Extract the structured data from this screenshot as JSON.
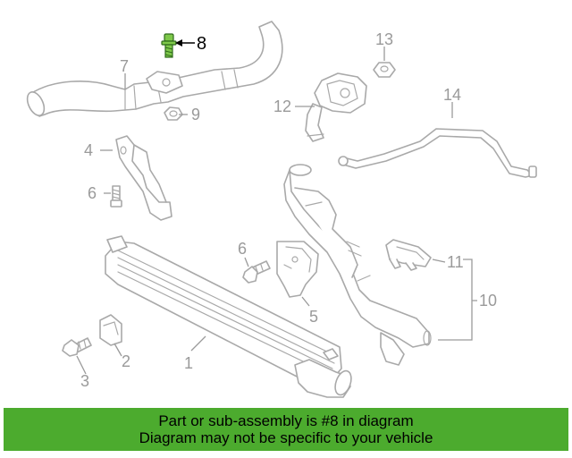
{
  "highlight_color": "#4cab2e",
  "highlight_part_fill": "#7ec84a",
  "callouts": {
    "c1": "1",
    "c2": "2",
    "c3": "3",
    "c4": "4",
    "c5": "5",
    "c6a": "6",
    "c6b": "6",
    "c7": "7",
    "c8": "8",
    "c9": "9",
    "c10": "10",
    "c11": "11",
    "c12": "12",
    "c13": "13",
    "c14": "14"
  },
  "banner": {
    "line1": "Part or sub-assembly is #8 in diagram",
    "line2": "Diagram may not be specific to your vehicle"
  }
}
